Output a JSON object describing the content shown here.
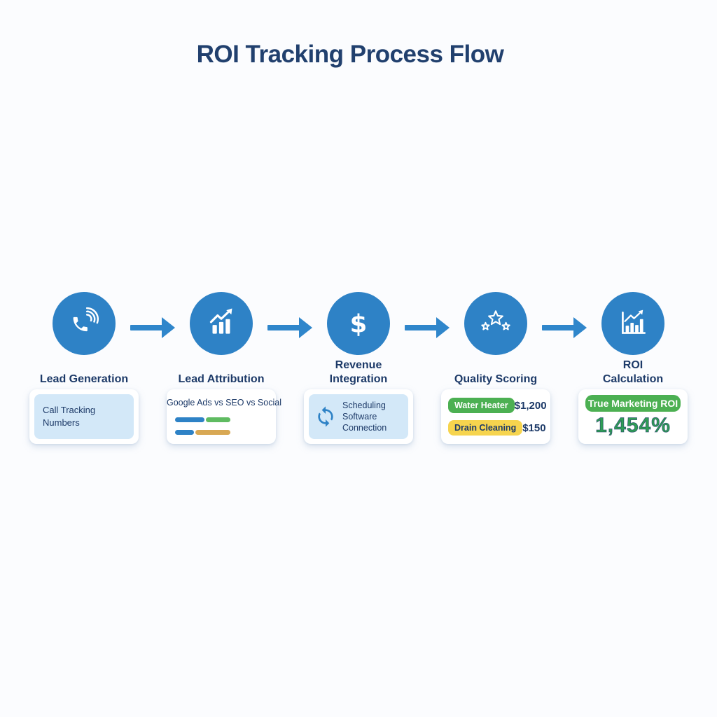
{
  "title": "ROI Tracking Process Flow",
  "colors": {
    "primary_blue": "#2e82c6",
    "arrow_blue": "#2f86cb",
    "navy_text": "#1d3a68",
    "light_blue_fill": "#d3e8f8",
    "green": "#4cb052",
    "yellow": "#f6d44e",
    "tan": "#d8a854",
    "bar_green": "#5fbb61",
    "roi_green": "#2f9e55",
    "white": "#ffffff"
  },
  "stages": [
    {
      "label": "Lead Generation",
      "label2": "",
      "icon": "phone-icon",
      "card": {
        "line1": "Call Tracking",
        "line2": "Numbers"
      }
    },
    {
      "label": "Lead Attribution",
      "label2": "",
      "icon": "bar-chart-growth-icon",
      "card": {
        "title": "Google Ads vs SEO vs Social",
        "bars": {
          "row1": [
            {
              "color": "#2e82c6",
              "width": 42
            },
            {
              "color": "#5fbb61",
              "width": 35
            }
          ],
          "row2": [
            {
              "color": "#2e82c6",
              "width": 27
            },
            {
              "color": "#d8a854",
              "width": 50
            }
          ]
        }
      }
    },
    {
      "label": "Revenue",
      "label2": "Integration",
      "icon": "dollar-icon",
      "card": {
        "icon": "sync-icon",
        "line1": "Scheduling Software",
        "line2": "Connection"
      }
    },
    {
      "label": "Quality Scoring",
      "label2": "",
      "icon": "stars-icon",
      "card": {
        "rows": [
          {
            "tag": "Water Heater",
            "tag_bg": "#4cb052",
            "tag_color": "#ffffff",
            "value": "$1,200"
          },
          {
            "tag": "Drain Cleaning",
            "tag_bg": "#f6d44e",
            "tag_color": "#1d3a68",
            "value": "$150"
          }
        ]
      }
    },
    {
      "label": "ROI",
      "label2": "Calculation",
      "icon": "roi-chart-icon",
      "card": {
        "tag": "True Marketing ROI",
        "tag_bg": "#4cb052",
        "tag_color": "#ffffff",
        "value": "1,454%"
      }
    }
  ]
}
